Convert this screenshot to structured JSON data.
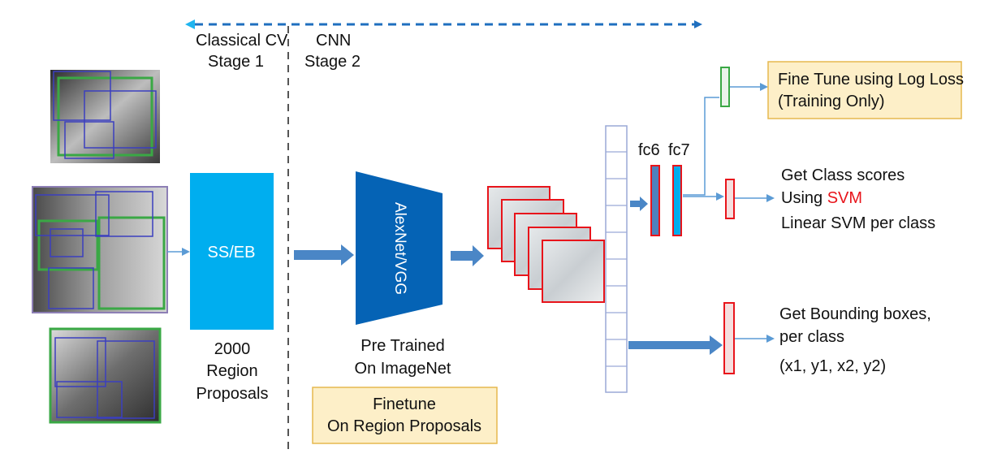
{
  "stages": {
    "classical_cv": "Classical CV",
    "stage1": "Stage 1",
    "cnn": "CNN",
    "stage2": "Stage 2"
  },
  "proposal_box": {
    "label": "SS/EB",
    "caption_lines": [
      "2000",
      "Region",
      "Proposals"
    ]
  },
  "cnn_block": {
    "label": "AlexNet/VGG",
    "caption_lines": [
      "Pre Trained",
      "On ImageNet"
    ]
  },
  "finetune_box": {
    "lines": [
      "Finetune",
      "On Region Proposals"
    ]
  },
  "fc_layers": {
    "fc6": "fc6",
    "fc7": "fc7"
  },
  "outputs": {
    "log_loss_lines": [
      "Fine Tune using Log Loss",
      "(Training Only)"
    ],
    "class_scores_line1": "Get Class scores",
    "class_scores_line2_prefix": "Using ",
    "class_scores_line2_highlight": "SVM",
    "class_scores_line3": "Linear SVM per class",
    "bbox_lines": [
      "Get Bounding boxes,",
      "per class",
      "(x1, y1, x2, y2)"
    ]
  },
  "colors": {
    "proposal_blue": "#00aeef",
    "cnn_blue": "#0563b5",
    "arrow_blue": "#4a86c6",
    "thin_arrow": "#5b9bd5",
    "red_outline": "#e8141b",
    "green_outline": "#3aa845",
    "note_fill": "#fdefc8",
    "note_border": "#e6b84f"
  }
}
